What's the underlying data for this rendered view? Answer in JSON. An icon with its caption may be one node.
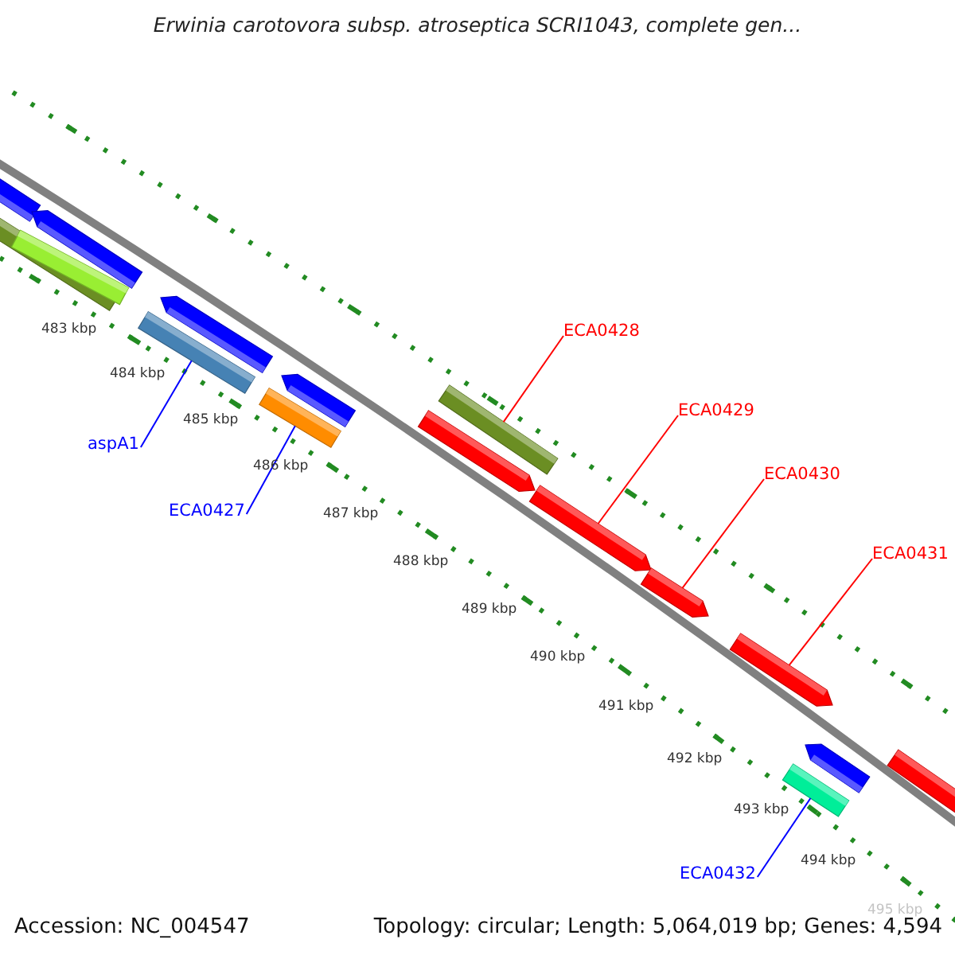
{
  "diagram": {
    "title": "Erwinia carotovora subsp. atroseptica SCRI1043, complete gen...",
    "nodes": [
      {
        "text": [
          "ECA0428"
        ]
      },
      {
        "text": [],
        "shape": "bar"
      },
      {
        "text": [
          "ECA0429"
        ]
      },
      {
        "text": [],
        "shape": "bar"
      },
      {
        "text": [
          "ECA0430"
        ]
      },
      {
        "text": [],
        "shape": "bar"
      },
      {
        "text": [
          "ECA0431"
        ]
      },
      {
        "text": [],
        "shape": "bar"
      },
      {
        "text": [
          "aspA1"
        ]
      },
      {
        "text": [],
        "shape": "bar"
      },
      {
        "text": [
          "ECA0427"
        ]
      },
      {
        "text": [],
        "shape": "bar"
      },
      {
        "text": [
          "ECA0432"
        ]
      },
      {
        "text": [],
        "shape": "bar"
      }
    ],
    "edges": [
      {
        "from": 0,
        "to": 1,
        "arrow": "none"
      },
      {
        "from": 2,
        "to": 3,
        "arrow": "none"
      },
      {
        "from": 4,
        "to": 5,
        "arrow": "none"
      },
      {
        "from": 6,
        "to": 7,
        "arrow": "none"
      },
      {
        "from": 8,
        "to": 9,
        "arrow": "none",
        "color": "#0000ff"
      },
      {
        "from": 10,
        "to": 11,
        "arrow": "none",
        "color": "#0000ff"
      },
      {
        "from": 12,
        "to": 13,
        "arrow": "none",
        "color": "#0000ff"
      }
    ],
    "labels": [
      "483 kbp",
      "484 kbp",
      "485 kbp",
      "486 kbp",
      "487 kbp",
      "488 kbp",
      "489 kbp",
      "490 kbp",
      "491 kbp",
      "492 kbp",
      "493 kbp",
      "494 kbp",
      "495 kbp",
      "Accession: NC_004547",
      "Topology: circular; Length: 5,064,019 bp; Genes: 4,594"
    ]
  }
}
